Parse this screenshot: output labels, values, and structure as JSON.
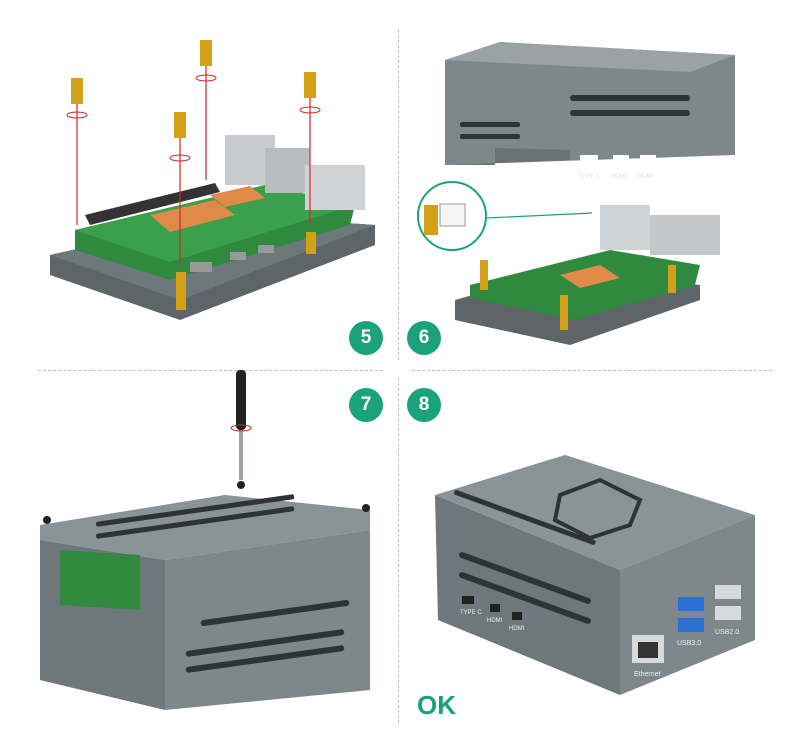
{
  "steps": [
    {
      "number": "5"
    },
    {
      "number": "6"
    },
    {
      "number": "7"
    },
    {
      "number": "8"
    }
  ],
  "final_label": "OK",
  "port_labels": {
    "type_c": "TYPE C",
    "hdmi_1": "HDMI",
    "hdmi_2": "HDMI",
    "usb3": "USB3.0",
    "usb2": "USB2.0",
    "ethernet": "Ethernet"
  },
  "colors": {
    "accent": "#1aa37a",
    "case_gray": "#7e878c",
    "pcb_green": "#2f8a3f",
    "brass": "#d4a017",
    "arrow_red": "#d02828"
  }
}
